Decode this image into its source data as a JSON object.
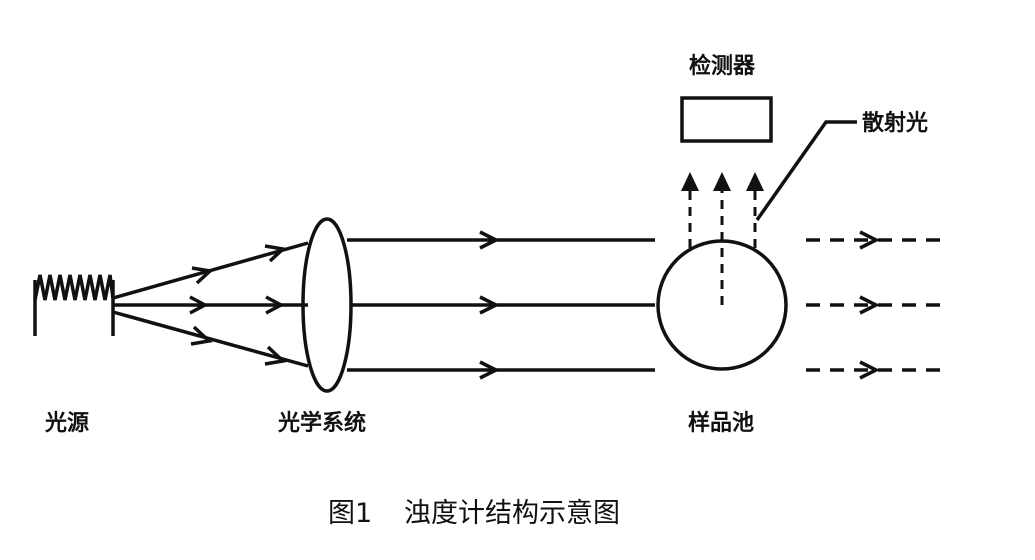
{
  "labels": {
    "light_source": "光源",
    "optical_system": "光学系统",
    "sample_cell": "样品池",
    "detector": "检测器",
    "scattered_light": "散射光"
  },
  "caption": {
    "figure_number": "图1",
    "title": "浊度计结构示意图"
  }
}
